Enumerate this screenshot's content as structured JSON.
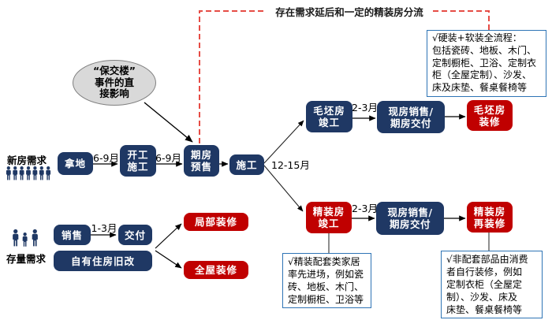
{
  "colors": {
    "node_blue": "#1f3864",
    "node_red": "#c00000",
    "dashed_line_red": "#e64c45",
    "note_border_blue": "#2e74b5",
    "ellipse_fill": "#d9d9d9"
  },
  "annotation": {
    "top_note": "存在需求延后和一定的精装房分流"
  },
  "ellipse": {
    "text": "“保交楼”\n事件的直\n接影响"
  },
  "sections": {
    "new_demand": {
      "label": "新房需求",
      "people_count": 7
    },
    "stock_demand": {
      "label": "存量需求",
      "people_count": 3
    }
  },
  "nodes": {
    "land": "拿地",
    "start_construction": "开工\n施工",
    "presale": "期房\n预售",
    "construction": "施工",
    "rough_complete": "毛坯房\n竣工",
    "sale_delivery_top": "现房销售/\n期房交付",
    "rough_decor": "毛坯房\n装修",
    "fine_complete": "精装房\n竣工",
    "sale_delivery_bottom": "现房销售/\n期房交付",
    "fine_redecor": "精装房\n再装修",
    "sales": "销售",
    "delivery": "交付",
    "own_house_reno": "自有住房旧改",
    "partial_decor": "局部装修",
    "whole_decor": "全屋装修"
  },
  "durations": {
    "land_to_start": "6-9月",
    "start_to_presale": "6-9月",
    "construction_split": "12-15月",
    "rough_to_sale": "2-3月",
    "fine_to_sale": "2-3月",
    "sales_to_delivery": "1-3月"
  },
  "notes": {
    "full_process": "√硬装+软装全流程：\n包括瓷砖、地板、木门、\n定制橱柜、卫浴、定制衣\n柜（全屋定制）、沙发、\n床及床垫、餐桌餐椅等",
    "fine_supporting": "√精装配套类家居\n率先进场，例如瓷\n砖、地板、木门、\n定制橱柜、卫浴等",
    "non_supporting": "√非配套部品由消费\n者自行装修，例如\n定制衣柜（全屋定\n制）、沙发、床及\n床垫、餐桌餐椅等"
  }
}
